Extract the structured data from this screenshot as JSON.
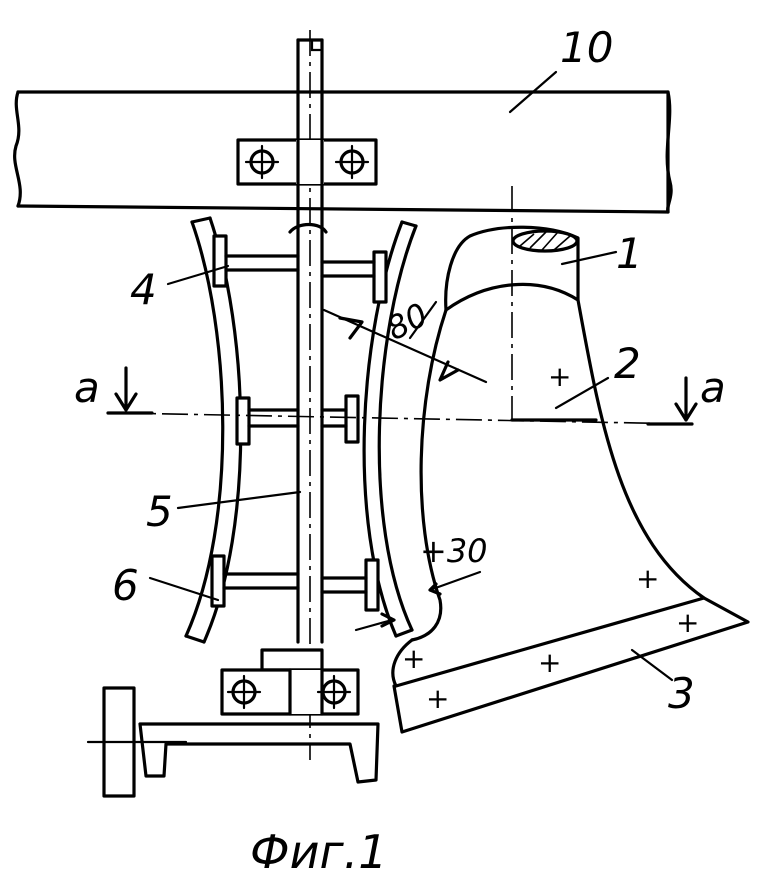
{
  "figure": {
    "caption": "Фиг.1",
    "section_mark": "a",
    "labels": {
      "beam": "10",
      "standard": "1",
      "moldboard": "2",
      "share": "3",
      "support": "4",
      "rod": "5",
      "plate": "6"
    },
    "dimensions": {
      "angle": "80",
      "offset": "+30"
    },
    "bolt_mark": "+"
  }
}
